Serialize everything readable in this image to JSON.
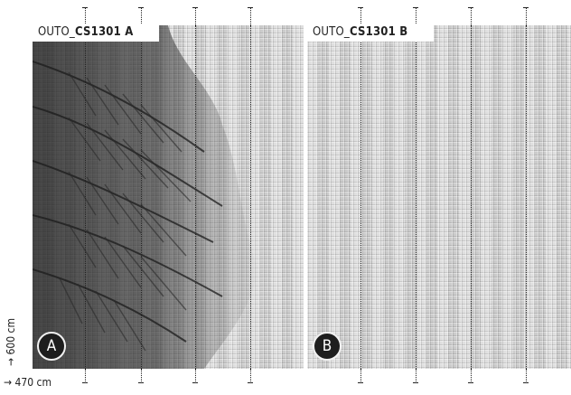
{
  "panels": [
    {
      "label_prefix": "OUTO_",
      "label_code": "CS1301 A",
      "badge": "A"
    },
    {
      "label_prefix": "OUTO_",
      "label_code": "CS1301 B",
      "badge": "B"
    }
  ],
  "dimensions": {
    "height_label": "→ 600 cm",
    "width_label": "→ 470 cm"
  },
  "colors": {
    "fabric": "#d8d8d8",
    "palm": "#2a2a2a",
    "badge": "#1e1e1e"
  },
  "icons": [
    "palm-leaf-illustration"
  ]
}
